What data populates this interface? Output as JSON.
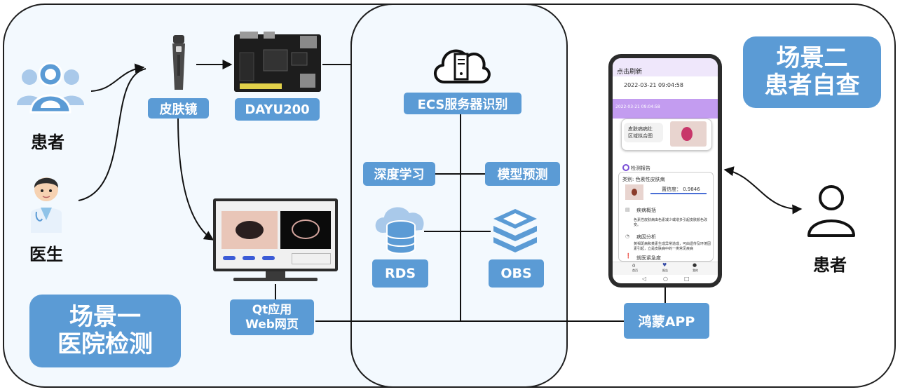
{
  "scene1": {
    "line1": "场景一",
    "line2": "医院检测"
  },
  "scene2": {
    "line1": "场景二",
    "line2": "患者自查"
  },
  "labels": {
    "patient_left": "患者",
    "doctor": "医生",
    "patient_right": "患者"
  },
  "tags": {
    "dermatoscope": "皮肤镜",
    "dayu": "DAYU200",
    "ecs": "ECS服务器识别",
    "deep_learning": "深度学习",
    "model_predict": "模型预测",
    "rds": "RDS",
    "obs": "OBS",
    "qt_line1": "Qt应用",
    "qt_line2": "Web网页",
    "harmony_app": "鸿蒙APP"
  },
  "phone": {
    "header": "点击刷新",
    "timestamp": "2022-03-21 09:04:58",
    "banner_time": "2022-03-21 09:04:58",
    "region_line1": "皮肤病病灶",
    "region_line2": "区域拟合图",
    "report_title": "检测报告",
    "category": "类别:  色素性皮肤病",
    "confidence": "置信度： 0.9846",
    "section1_title": "疾病概括",
    "section1_text": "色素性皮肤病由色素减少或增多引起皮肤颜色改变。",
    "section2_title": "病因分析",
    "section2_text": "黄褐斑病和黄素生成异常造成，可由遗传及环境因素引起，立是皮肤病中的一类常见疾病",
    "section3_title": "就医紧急度",
    "nav": [
      "首页",
      "报告",
      "我的"
    ]
  },
  "colors": {
    "accent": "#5b9bd5",
    "panel_bg": "#f3f9fe",
    "phone_banner": "#c39cf0"
  }
}
